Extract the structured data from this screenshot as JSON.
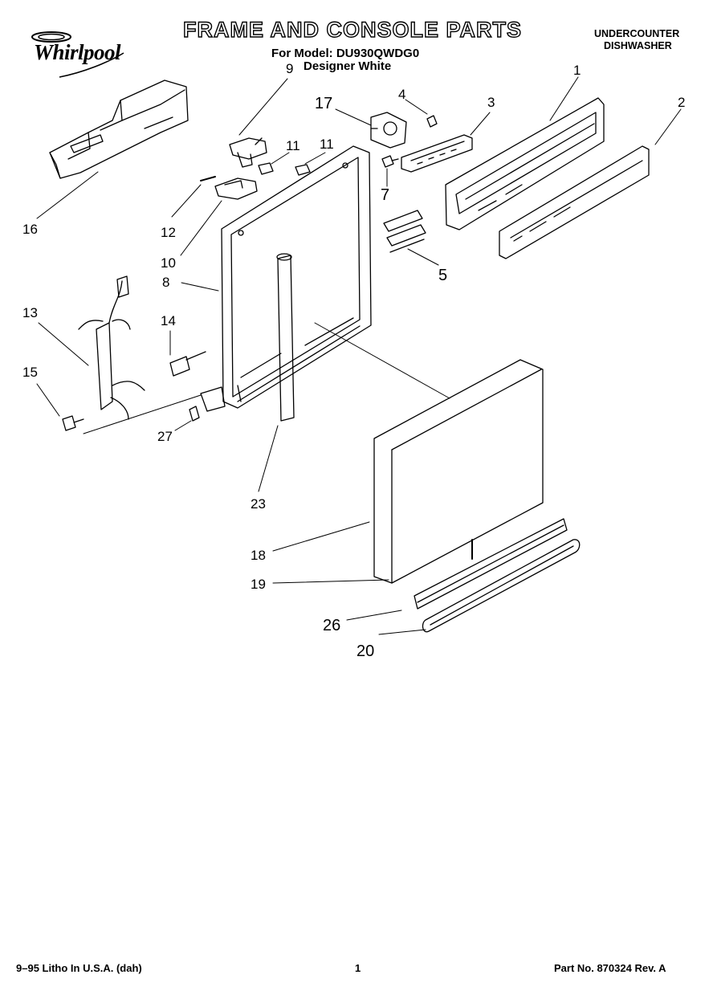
{
  "header": {
    "brand": "Whirlpool",
    "title": "FRAME AND CONSOLE PARTS",
    "model_line": "For Model: DU930QWDG0",
    "color_line": "Designer White",
    "type_line_1": "UNDERCOUNTER",
    "type_line_2": "DISHWASHER"
  },
  "footer": {
    "litho": "9–95 Litho In U.S.A. (dah)",
    "page": "1",
    "part_no": "Part No. 870324 Rev. A"
  },
  "callouts": [
    {
      "id": "c1",
      "label": "1"
    },
    {
      "id": "c2",
      "label": "2"
    },
    {
      "id": "c3",
      "label": "3"
    },
    {
      "id": "c4",
      "label": "4"
    },
    {
      "id": "c5",
      "label": "5"
    },
    {
      "id": "c7",
      "label": "7"
    },
    {
      "id": "c8",
      "label": "8"
    },
    {
      "id": "c9",
      "label": "9"
    },
    {
      "id": "c10",
      "label": "10"
    },
    {
      "id": "c11a",
      "label": "11"
    },
    {
      "id": "c11b",
      "label": "11"
    },
    {
      "id": "c12",
      "label": "12"
    },
    {
      "id": "c13",
      "label": "13"
    },
    {
      "id": "c14",
      "label": "14"
    },
    {
      "id": "c15",
      "label": "15"
    },
    {
      "id": "c16",
      "label": "16"
    },
    {
      "id": "c17",
      "label": "17"
    },
    {
      "id": "c18",
      "label": "18"
    },
    {
      "id": "c19",
      "label": "19"
    },
    {
      "id": "c20",
      "label": "20"
    },
    {
      "id": "c23",
      "label": "23"
    },
    {
      "id": "c26",
      "label": "26"
    },
    {
      "id": "c27",
      "label": "27"
    }
  ]
}
